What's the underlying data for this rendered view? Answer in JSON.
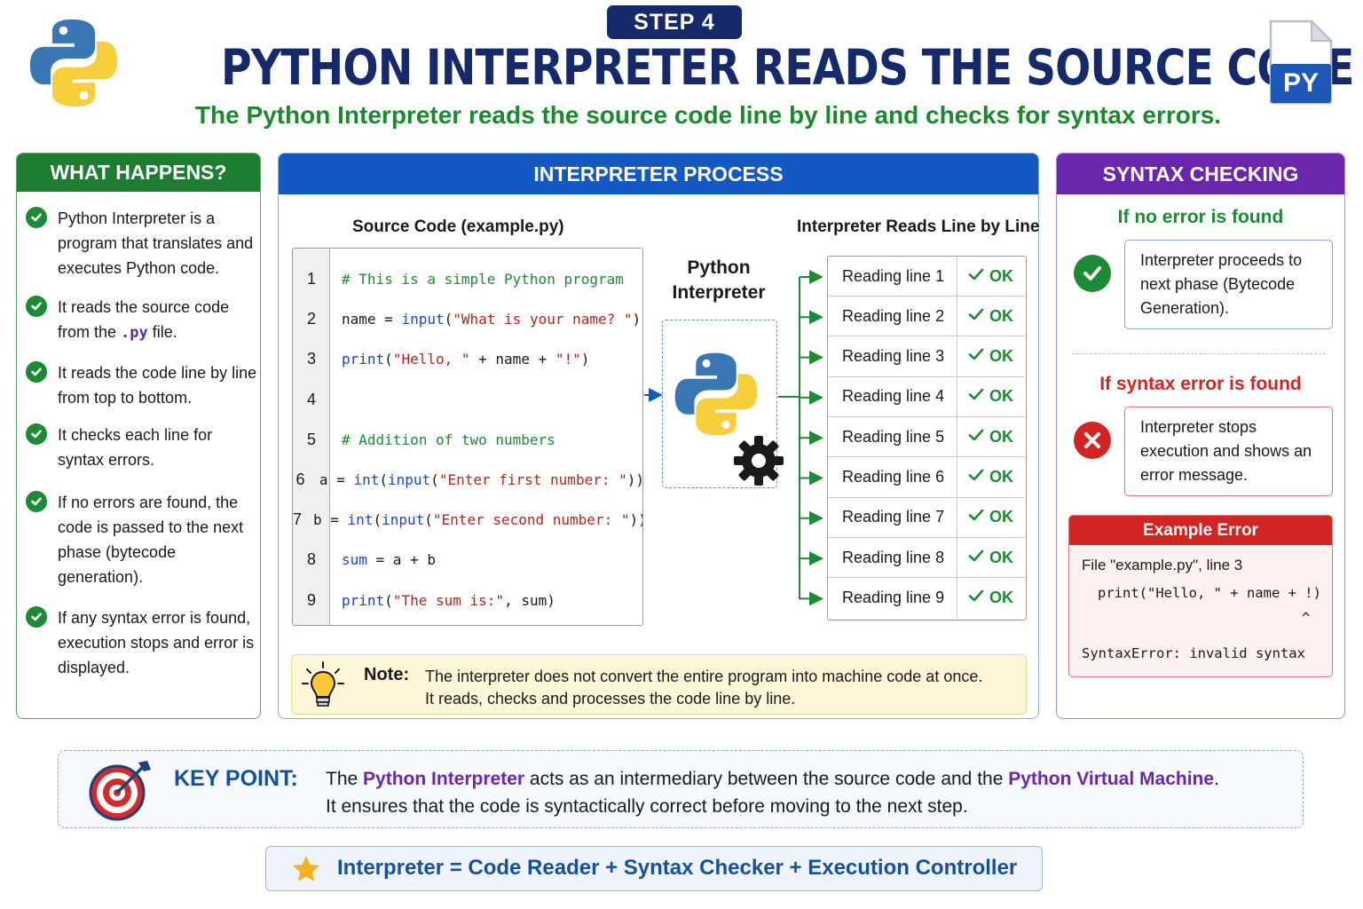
{
  "header": {
    "step": "STEP 4",
    "title": "PYTHON INTERPRETER READS THE SOURCE CODE",
    "subtitle": "The Python Interpreter reads the source code line by line and checks for syntax errors.",
    "file_badge": "PY"
  },
  "what_happens": {
    "title": "WHAT HAPPENS?",
    "items": [
      {
        "text": "Python Interpreter is a program that translates and executes Python code."
      },
      {
        "pre": "It reads the source code from the ",
        "code": ".py",
        "post": " file."
      },
      {
        "text": "It reads the code line by line from top to bottom."
      },
      {
        "text": "It checks each line for syntax errors."
      },
      {
        "text": "If no errors are found, the code is passed to the next phase (bytecode generation)."
      },
      {
        "text": "If any syntax error is found, execution stops and error is displayed."
      }
    ]
  },
  "process": {
    "title": "INTERPRETER PROCESS",
    "source_title": "Source Code (example.py)",
    "reads_title": "Interpreter Reads Line by Line",
    "interpreter_label": "Python Interpreter",
    "code_lines": [
      {
        "num": "1",
        "tokens": [
          {
            "t": "# This is a simple Python program",
            "c": "com"
          }
        ]
      },
      {
        "num": "2",
        "tokens": [
          {
            "t": "name = ",
            "c": "def"
          },
          {
            "t": "input",
            "c": "kw"
          },
          {
            "t": "(",
            "c": "def"
          },
          {
            "t": "\"What is your name? \"",
            "c": "str"
          },
          {
            "t": ")",
            "c": "def"
          }
        ]
      },
      {
        "num": "3",
        "tokens": [
          {
            "t": "print",
            "c": "kw"
          },
          {
            "t": "(",
            "c": "def"
          },
          {
            "t": "\"Hello, \"",
            "c": "str"
          },
          {
            "t": " + name + ",
            "c": "def"
          },
          {
            "t": "\"!\"",
            "c": "str"
          },
          {
            "t": ")",
            "c": "def"
          }
        ]
      },
      {
        "num": "4",
        "tokens": []
      },
      {
        "num": "5",
        "tokens": [
          {
            "t": "# Addition of two numbers",
            "c": "com"
          }
        ]
      },
      {
        "num": "6",
        "tokens": [
          {
            "t": "a = ",
            "c": "def"
          },
          {
            "t": "int",
            "c": "kw"
          },
          {
            "t": "(",
            "c": "def"
          },
          {
            "t": "input",
            "c": "kw"
          },
          {
            "t": "(",
            "c": "def"
          },
          {
            "t": "\"Enter first number: \"",
            "c": "str"
          },
          {
            "t": "))",
            "c": "def"
          }
        ]
      },
      {
        "num": "7",
        "tokens": [
          {
            "t": "b = ",
            "c": "def"
          },
          {
            "t": "int",
            "c": "kw"
          },
          {
            "t": "(",
            "c": "def"
          },
          {
            "t": "input",
            "c": "kw"
          },
          {
            "t": "(",
            "c": "def"
          },
          {
            "t": "\"Enter second number: \"",
            "c": "str"
          },
          {
            "t": "))",
            "c": "def"
          }
        ]
      },
      {
        "num": "8",
        "tokens": [
          {
            "t": "sum",
            "c": "kw"
          },
          {
            "t": " = a + b",
            "c": "def"
          }
        ]
      },
      {
        "num": "9",
        "tokens": [
          {
            "t": "print",
            "c": "kw"
          },
          {
            "t": "(",
            "c": "def"
          },
          {
            "t": "\"The sum is:\"",
            "c": "str"
          },
          {
            "t": ", sum)",
            "c": "def"
          }
        ]
      }
    ],
    "reading_rows": [
      {
        "label": "Reading line 1",
        "status": "OK"
      },
      {
        "label": "Reading line 2",
        "status": "OK"
      },
      {
        "label": "Reading line 3",
        "status": "OK"
      },
      {
        "label": "Reading line 4",
        "status": "OK"
      },
      {
        "label": "Reading line 5",
        "status": "OK"
      },
      {
        "label": "Reading line 6",
        "status": "OK"
      },
      {
        "label": "Reading line 7",
        "status": "OK"
      },
      {
        "label": "Reading line 8",
        "status": "OK"
      },
      {
        "label": "Reading line 9",
        "status": "OK"
      }
    ],
    "note_label": "Note:",
    "note_line1": "The interpreter does not convert the entire program into machine code at once.",
    "note_line2": "It reads, checks and processes the code line by line."
  },
  "syntax": {
    "title": "SYNTAX CHECKING",
    "ok_heading": "If no error is found",
    "ok_text": "Interpreter proceeds to next phase (Bytecode Generation).",
    "err_heading": "If syntax error is found",
    "err_text": "Interpreter stops execution and shows an error message.",
    "example_title": "Example Error",
    "example_file": "File \"example.py\", line 3",
    "example_code": "print(\"Hello, \" + name + !)",
    "example_caret": "^",
    "example_msg": "SyntaxError: invalid syntax"
  },
  "key_point": {
    "label": "KEY POINT:",
    "line1_pre": "The ",
    "line1_a": "Python Interpreter",
    "line1_mid": " acts as an intermediary between the source code and the ",
    "line1_b": "Python Virtual Machine",
    "line1_post": ".",
    "line2": "It ensures that the code is syntactically correct before moving to the next step."
  },
  "formula": "Interpreter = Code Reader + Syntax Checker + Execution Controller",
  "colors": {
    "navy": "#15296b",
    "green": "#1d7d31",
    "blue": "#1459c1",
    "purple": "#6a27ae",
    "red": "#d32424"
  }
}
